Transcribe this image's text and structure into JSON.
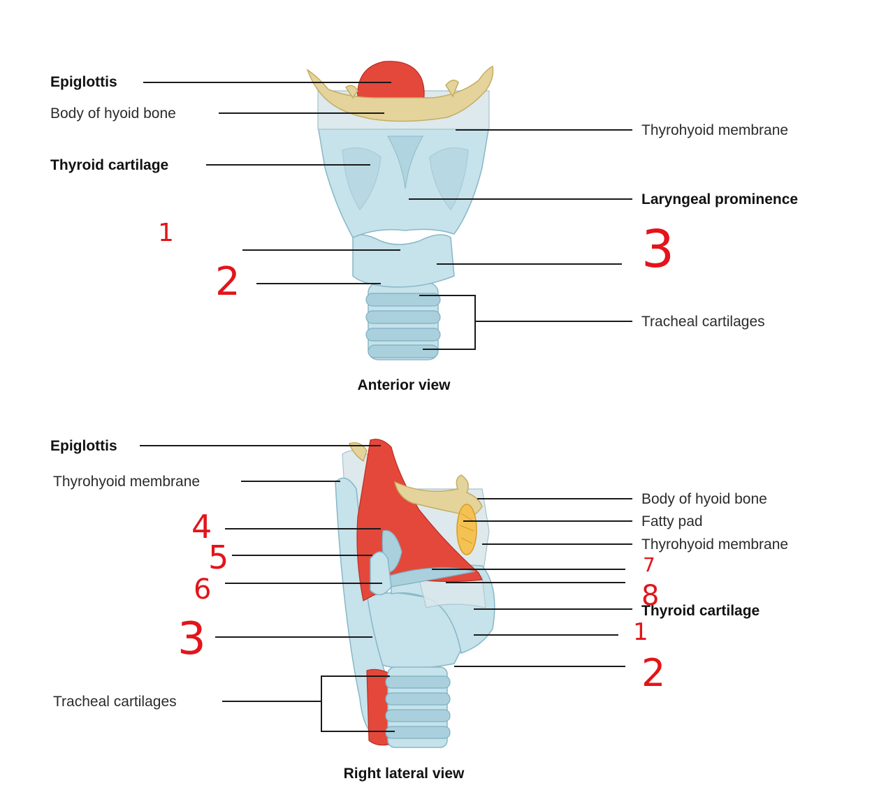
{
  "anterior": {
    "caption": "Anterior view",
    "labels": {
      "epiglottis": "Epiglottis",
      "hyoid": "Body of hyoid bone",
      "thyroid": "Thyroid cartilage",
      "thyrohyoid": "Thyrohyoid membrane",
      "prominence": "Laryngeal prominence",
      "tracheal": "Tracheal cartilages"
    },
    "handwritten": [
      "1",
      "2",
      "3"
    ]
  },
  "lateral": {
    "caption": "Right lateral view",
    "labels": {
      "epiglottis": "Epiglottis",
      "thyrohyoid_left": "Thyrohyoid membrane",
      "tracheal": "Tracheal cartilages",
      "hyoid": "Body of hyoid bone",
      "fatty": "Fatty pad",
      "thyrohyoid_right": "Thyrohyoid membrane",
      "thyroid": "Thyroid cartilage"
    },
    "handwritten": [
      "4",
      "5",
      "6",
      "3",
      "7",
      "8",
      "1",
      "2"
    ]
  },
  "colors": {
    "annotation": "#e3141b",
    "cartilage": "#c6e2ea",
    "bone": "#e4d39a",
    "muscle": "#e4483b"
  }
}
